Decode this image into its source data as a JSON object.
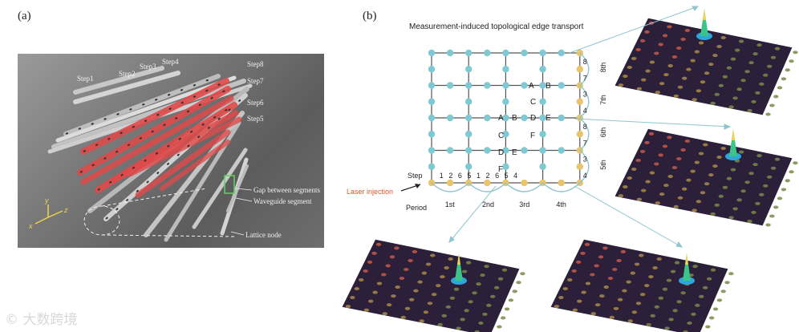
{
  "panel_a": {
    "label": "(a)",
    "steps": [
      "Step1",
      "Step2",
      "Step3",
      "Step4",
      "Step5",
      "Step6",
      "Step7",
      "Step8"
    ],
    "annotations": {
      "gap": "Gap between segments",
      "waveguide": "Waveguide segment",
      "lattice": "Lattice node"
    },
    "axes": {
      "x": "x",
      "y": "y",
      "z": "z"
    }
  },
  "panel_b": {
    "label": "(b)",
    "title": "Measurement-induced topological edge transport",
    "laser_label": "Laser injection",
    "step_label": "Step",
    "period_label": "Period",
    "bottom_steps": [
      "1",
      "2",
      "6",
      "5",
      "1",
      "2",
      "6",
      "5",
      "4"
    ],
    "right_steps": [
      "8",
      "7",
      "3",
      "4",
      "8",
      "7",
      "3",
      "4"
    ],
    "periods": [
      "1st",
      "2nd",
      "3rd",
      "4th"
    ],
    "right_periods": [
      "8th",
      "7th",
      "6th",
      "5th"
    ],
    "cell_letters": [
      "A",
      "B",
      "C",
      "D",
      "E",
      "F"
    ],
    "colors": {
      "node_cyan": "#7fc9d3",
      "node_gold": "#e8c56a",
      "laser": "#d9582b",
      "arrow": "#8fc5cf",
      "plate": "#2b1f3a"
    }
  },
  "watermark": "© 大数跨境"
}
